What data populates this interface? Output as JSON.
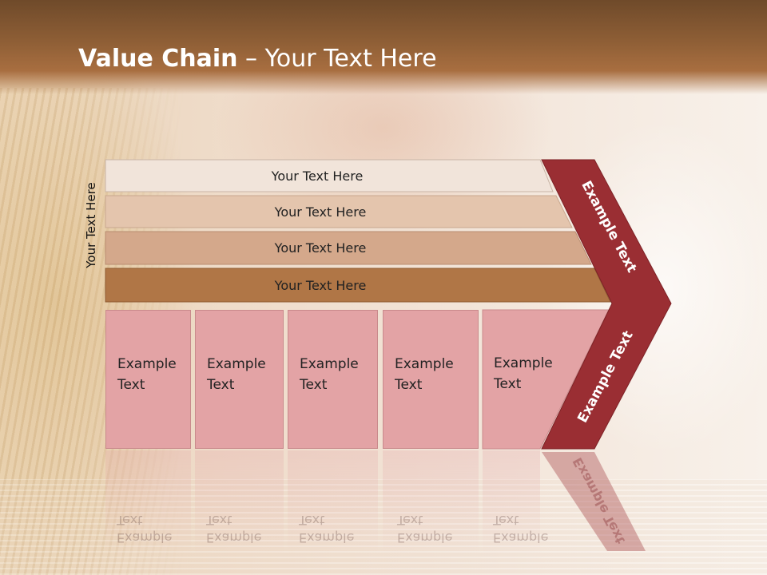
{
  "title": {
    "bold": "Value Chain",
    "rest": " – Your Text Here"
  },
  "side_label": "Your Text Here",
  "bands": [
    {
      "label": "Your Text Here",
      "color": "#f1e4da"
    },
    {
      "label": "Your Text Here",
      "color": "#e4c5ad"
    },
    {
      "label": "Your Text Here",
      "color": "#d4a88b"
    },
    {
      "label": "Your Text Here",
      "color": "#b07646"
    }
  ],
  "boxes": [
    {
      "line1": "Example",
      "line2": "Text"
    },
    {
      "line1": "Example",
      "line2": "Text"
    },
    {
      "line1": "Example",
      "line2": "Text"
    },
    {
      "line1": "Example",
      "line2": "Text"
    },
    {
      "line1": "Example",
      "line2": "Text"
    }
  ],
  "chevron": {
    "upper_label": "Example Text",
    "lower_label": "Example Text",
    "color": "#9a2e33"
  },
  "colors": {
    "header": "#8f5f36",
    "box_fill": "#e3a3a5",
    "title_text": "#ffffff"
  }
}
